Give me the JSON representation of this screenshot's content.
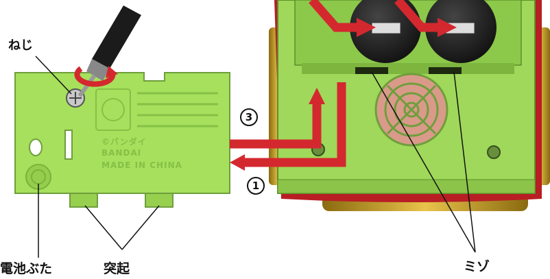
{
  "labels": {
    "screw": "ねじ",
    "battery_cover": "電池ぶた",
    "tabs": "突起",
    "slots": "ミゾ"
  },
  "steps": {
    "step3": "3",
    "step1": "1"
  },
  "cover_text": {
    "copyright": "©バンダイ",
    "brand": "BANDAI",
    "origin": "MADE IN CHINA"
  },
  "colors": {
    "cover_green": "#a6e05c",
    "cover_dark": "#7fb83a",
    "arrow_red": "#d4282f",
    "gold": "#c99a1c",
    "battery": "#1a1a1a"
  },
  "icons": [
    "screwdriver-icon",
    "rotate-arrow-icon",
    "speaker-grille-icon",
    "recycle-mark-icon"
  ]
}
